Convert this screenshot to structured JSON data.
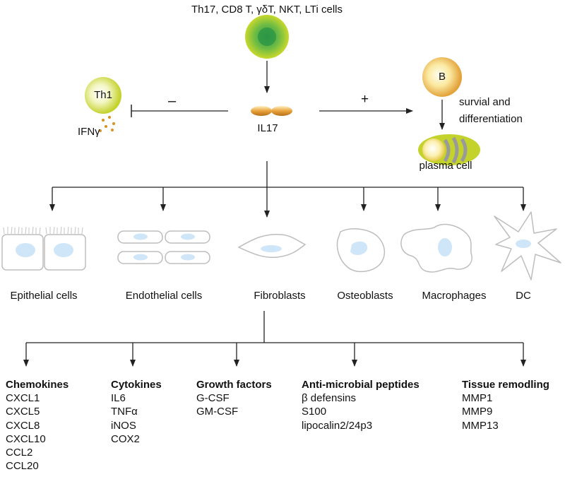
{
  "top_label": "Th17, CD8 T, γδT, NKT, LTi cells",
  "center_label": "IL17",
  "inhibit_sign": "–",
  "promote_sign": "+",
  "th1": {
    "cell_label": "Th1",
    "secreted": "IFNγ"
  },
  "b_cell": {
    "cell_label": "B",
    "effect": [
      "survial and",
      "differentiation"
    ]
  },
  "plasma_label": "plasma cell",
  "target_cells": [
    "Epithelial cells",
    "Endothelial cells",
    "Fibroblasts",
    "Osteoblasts",
    "Macrophages",
    "DC"
  ],
  "outputs": [
    {
      "heading": "Chemokines",
      "items": [
        "CXCL1",
        "CXCL5",
        "CXCL8",
        "CXCL10",
        "CCL2",
        "CCL20"
      ]
    },
    {
      "heading": "Cytokines",
      "items": [
        "IL6",
        "TNFα",
        "iNOS",
        "COX2"
      ]
    },
    {
      "heading": "Growth factors",
      "items": [
        "G-CSF",
        "GM-CSF"
      ]
    },
    {
      "heading": "Anti-microbial peptides",
      "items": [
        "β defensins",
        "S100",
        "lipocalin2/24p3"
      ]
    },
    {
      "heading": "Tissue remodling",
      "items": [
        "MMP1",
        "MMP9",
        "MMP13"
      ]
    }
  ],
  "colors": {
    "cell_green": "#c4d22c",
    "cell_orange": "#e3a23a",
    "cell_outline": "#bdbdbd",
    "nucleus": "#cfe6f8",
    "line": "#222222"
  }
}
